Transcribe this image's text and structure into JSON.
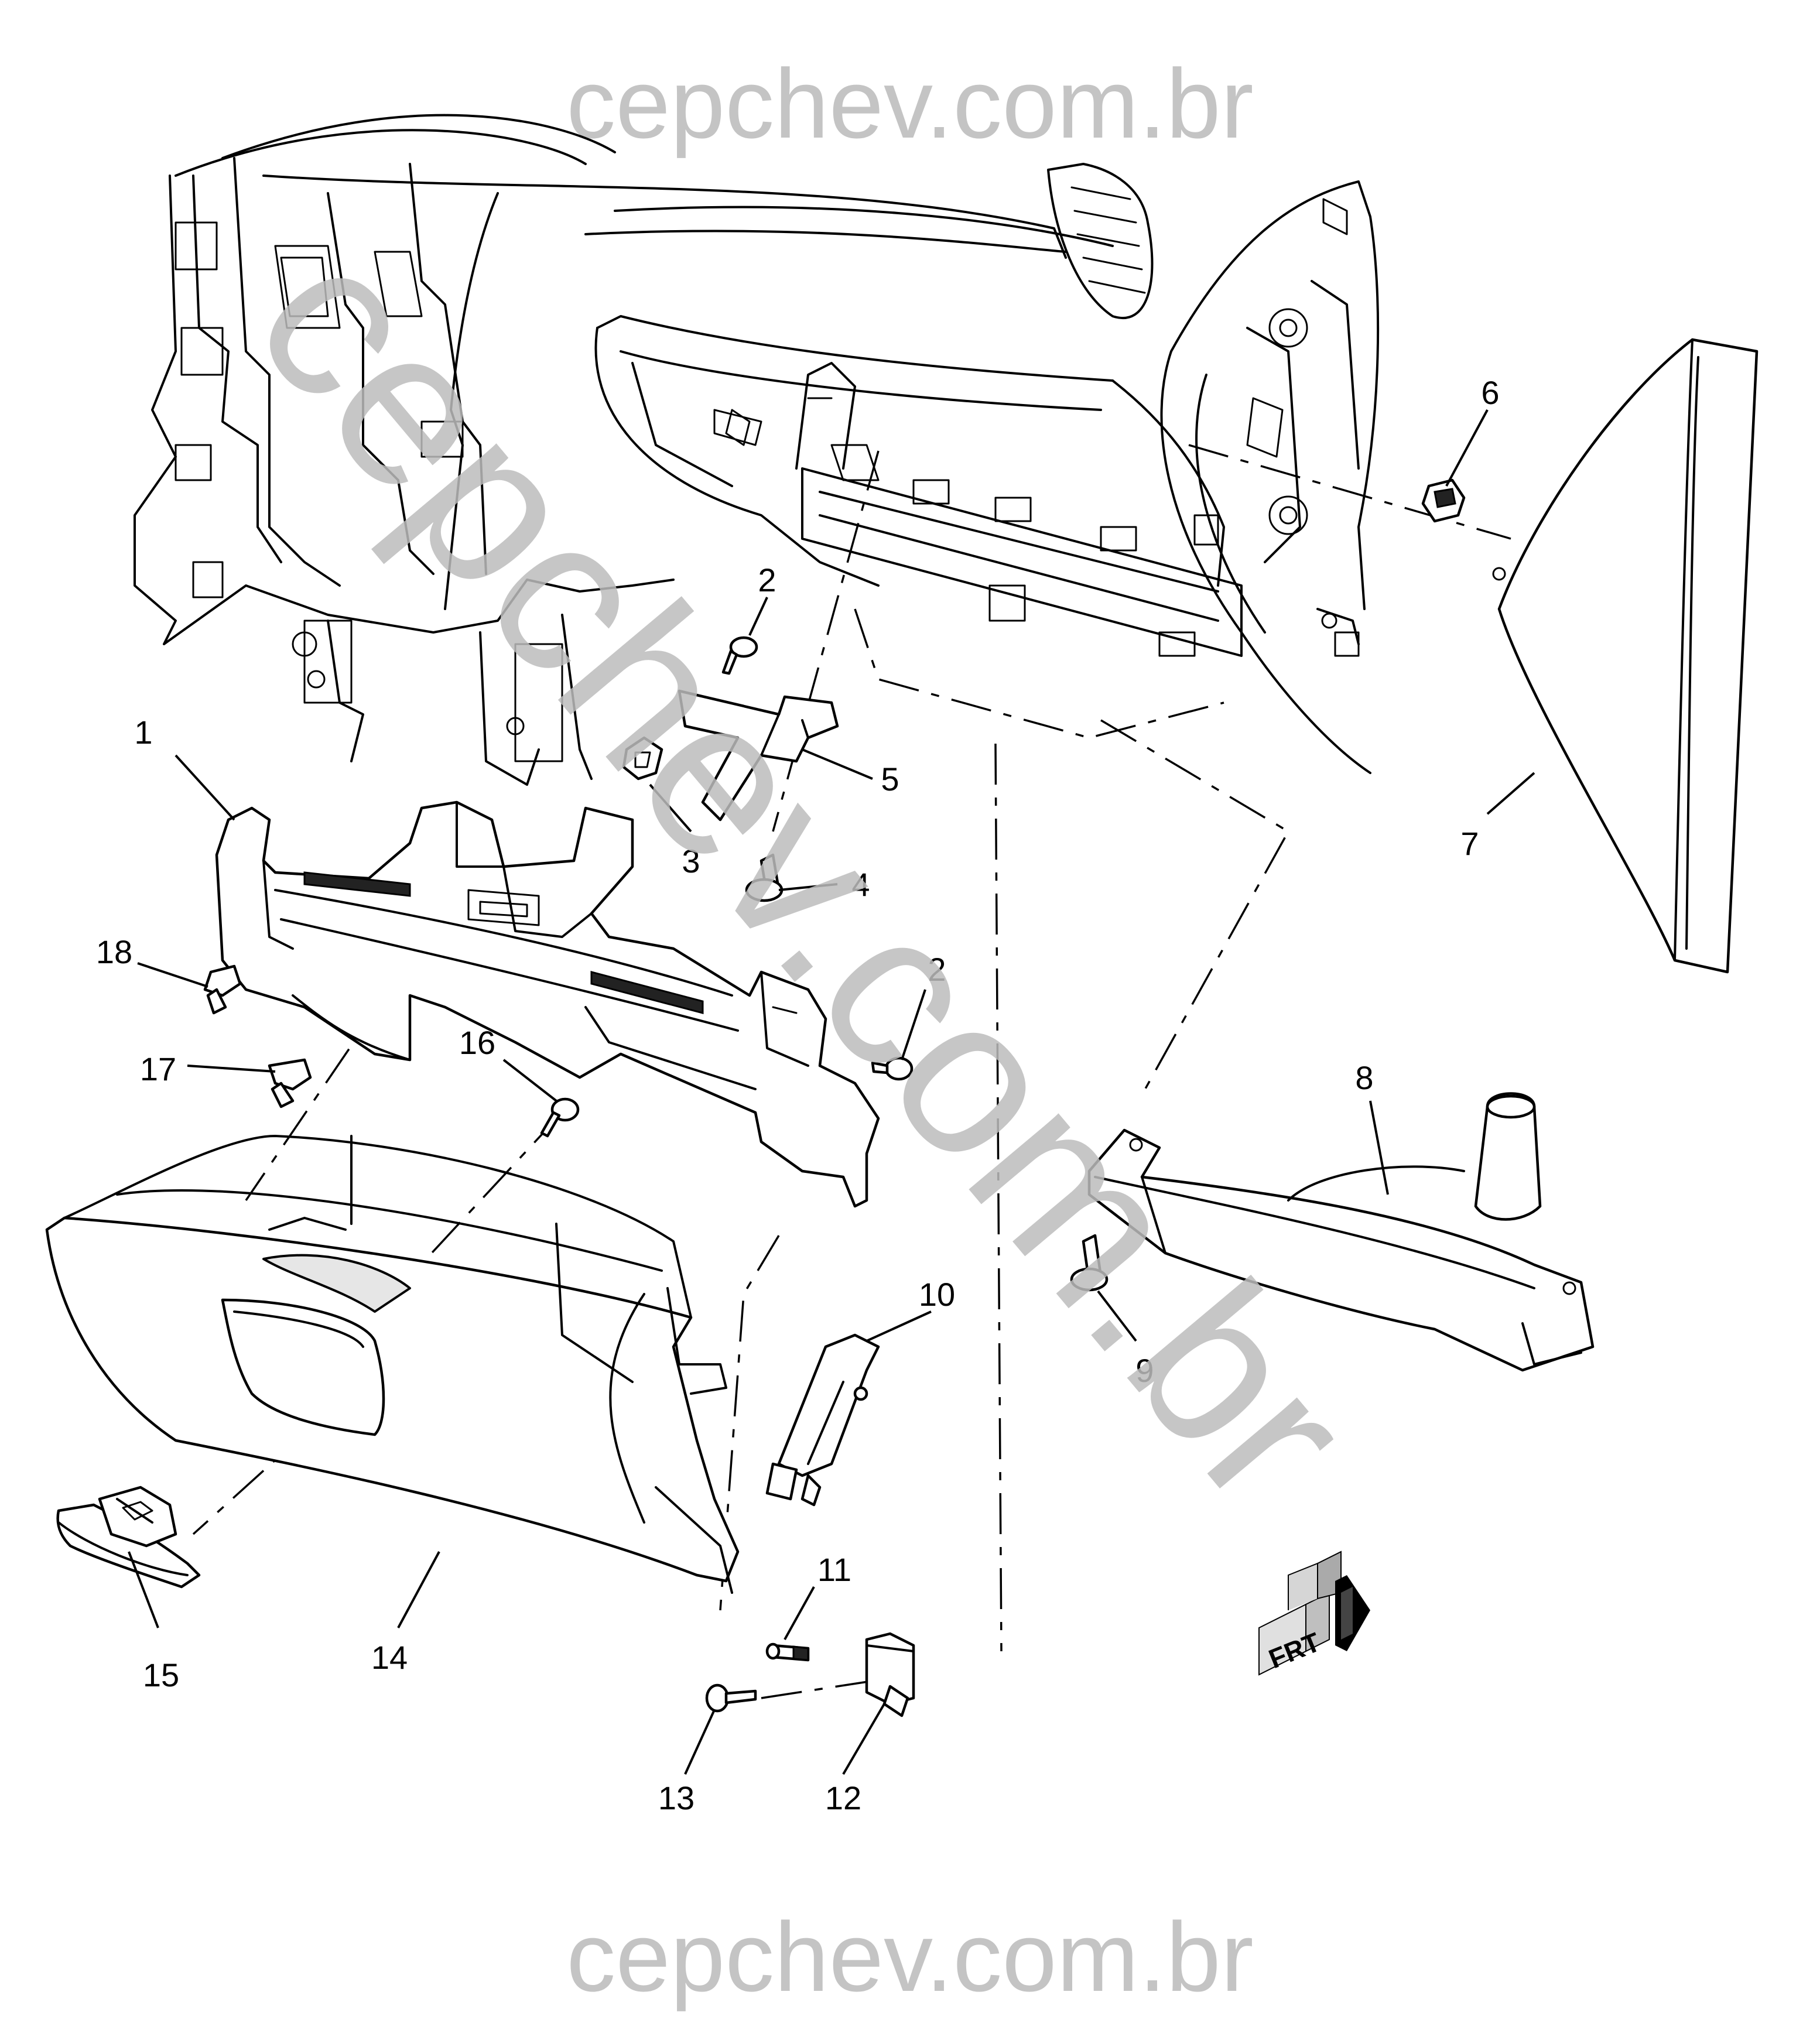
{
  "watermark": {
    "top": "cepchev.com.br",
    "bottom": "cepchev.com.br",
    "diagonal": "cepchev.com.br"
  },
  "orientation_badge": {
    "label": "FRT",
    "icon": "front-direction-arrow-icon"
  },
  "callouts": {
    "c1": "1",
    "c2a": "2",
    "c2b": "2",
    "c3": "3",
    "c4": "4",
    "c5": "5",
    "c6": "6",
    "c7": "7",
    "c8": "8",
    "c9": "9",
    "c10": "10",
    "c11": "11",
    "c12": "12",
    "c13": "13",
    "c14": "14",
    "c15": "15",
    "c16": "16",
    "c17": "17",
    "c18": "18"
  }
}
